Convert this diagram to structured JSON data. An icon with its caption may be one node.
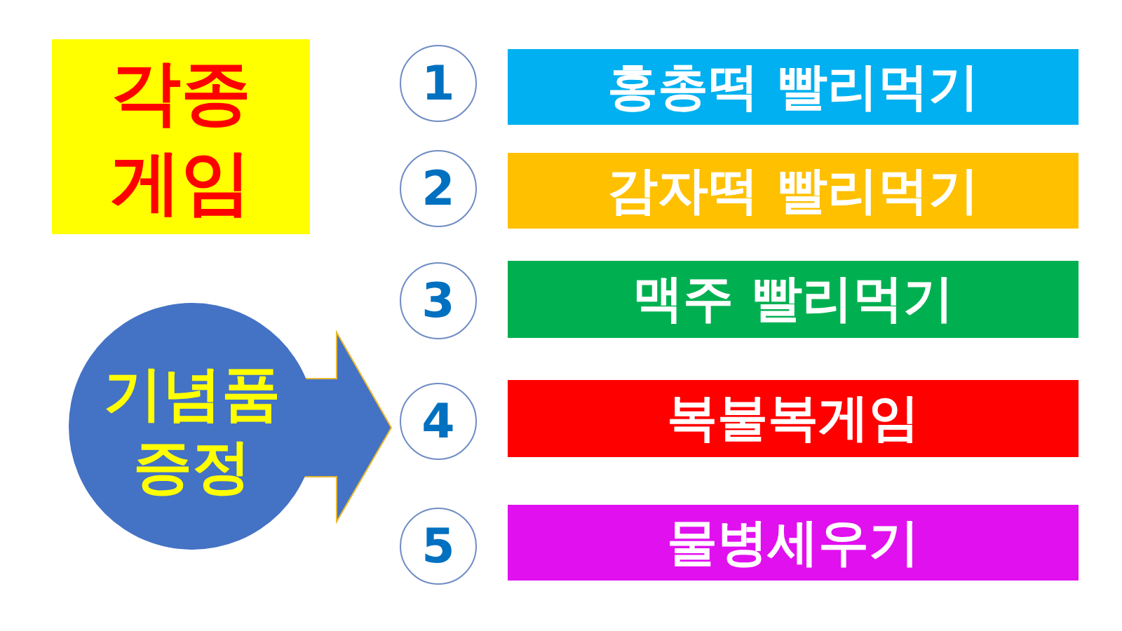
{
  "diagram": {
    "nodes": [
      {
        "text": [
          "각종 게임"
        ]
      },
      {
        "text": [
          "1"
        ]
      },
      {
        "text": [
          "홍총떡 빨리먹기"
        ]
      },
      {
        "text": [
          "2"
        ]
      },
      {
        "text": [
          "감자떡 빨리먹기"
        ]
      },
      {
        "text": [
          "3"
        ]
      },
      {
        "text": [
          "맥주 빨리먹기"
        ]
      },
      {
        "text": [
          "기념품 증정"
        ]
      },
      {
        "text": [
          "4"
        ]
      },
      {
        "text": [
          "복불복게임"
        ]
      },
      {
        "text": [
          "5"
        ]
      },
      {
        "text": [
          "물병세우기"
        ]
      }
    ]
  }
}
